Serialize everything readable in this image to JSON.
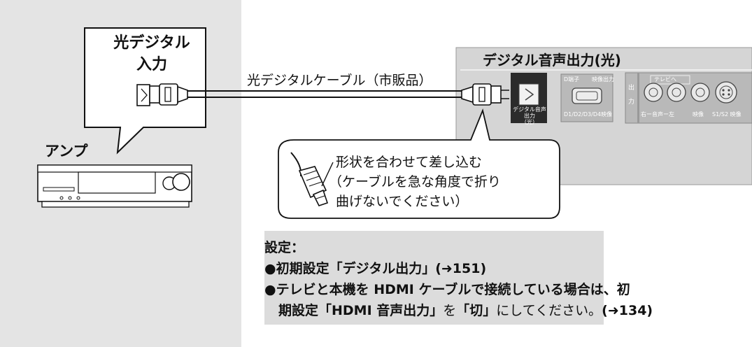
{
  "callout": {
    "line1": "光デジタル",
    "line2": "入力"
  },
  "amp_label": "アンプ",
  "cable_label": "光デジタルケーブル（市販品）",
  "panel": {
    "title": "デジタル音声出力(光)",
    "optical_port_label_1": "デジタル音声出力",
    "optical_port_label_2": "（光）",
    "d_terminal_label": "D端子",
    "video_out_label": "映像出力",
    "d_formats_label": "D1/D2/D3/D4映像",
    "output_label_1": "出",
    "output_label_2": "力",
    "to_tv_label": "テレビへ",
    "audio_lr_label": "右ー音声ー左",
    "video_label": "映像",
    "s_video_label": "S1/S2 映像"
  },
  "note": {
    "line1": "形状を合わせて差し込む",
    "line2": "（ケーブルを急な角度で折り",
    "line3": "曲げないでください）"
  },
  "settings": {
    "heading": "設定：",
    "item1": "●初期設定「デジタル出力」(➜151)",
    "item2_line1": "●テレビと本機を HDMI ケーブルで接続している場合は、初",
    "item2_line2_part1": "期設定「HDMI 音声出力」",
    "item2_line2_part2": "を",
    "item2_line2_part3": "「切」",
    "item2_line2_part4": "にしてください。",
    "item2_line2_part5": "(➜134)"
  }
}
